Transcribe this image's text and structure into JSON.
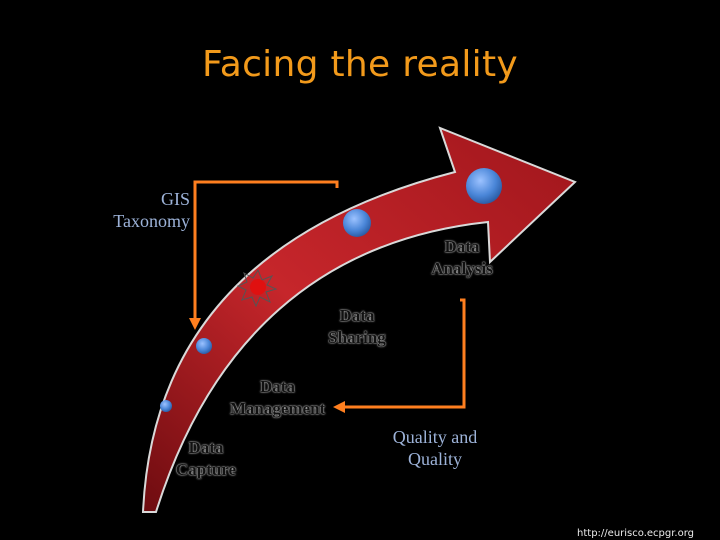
{
  "slide": {
    "title": "Facing the reality",
    "footer": "http://eurisco.ecpgr.org"
  },
  "labels": {
    "gis_taxonomy": [
      "GIS",
      "Taxonomy"
    ],
    "data_analysis": [
      "Data",
      "Analysis"
    ],
    "data_sharing": [
      "Data",
      "Sharing"
    ],
    "data_management": [
      "Data",
      "Management"
    ],
    "data_capture": [
      "Data",
      "Capture"
    ],
    "quality": [
      "Quality and",
      "Quality"
    ]
  },
  "colors": {
    "title": "#f29a1b",
    "arrow": "#b01e24",
    "connector": "#ff7f1f",
    "node": "#4a86d8",
    "highlight_node": "#e01010"
  }
}
